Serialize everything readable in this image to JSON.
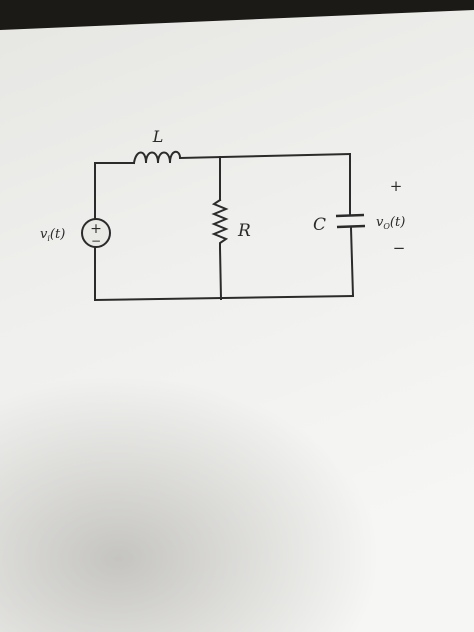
{
  "diagram": {
    "inductor_label": "L",
    "resistor_label": "R",
    "capacitor_label": "C",
    "source_label": "v",
    "source_subscript": "i",
    "source_arg": "(t)",
    "source_plus": "+",
    "source_minus": "−",
    "output_label": "v",
    "output_subscript": "O",
    "output_arg": "(t)",
    "output_plus": "+",
    "output_minus": "−"
  },
  "colors": {
    "paper_light": "#f3f3f1",
    "paper_shadow": "#c9c8c4",
    "background": "#1c1a17",
    "ink": "#2b2b2b"
  }
}
